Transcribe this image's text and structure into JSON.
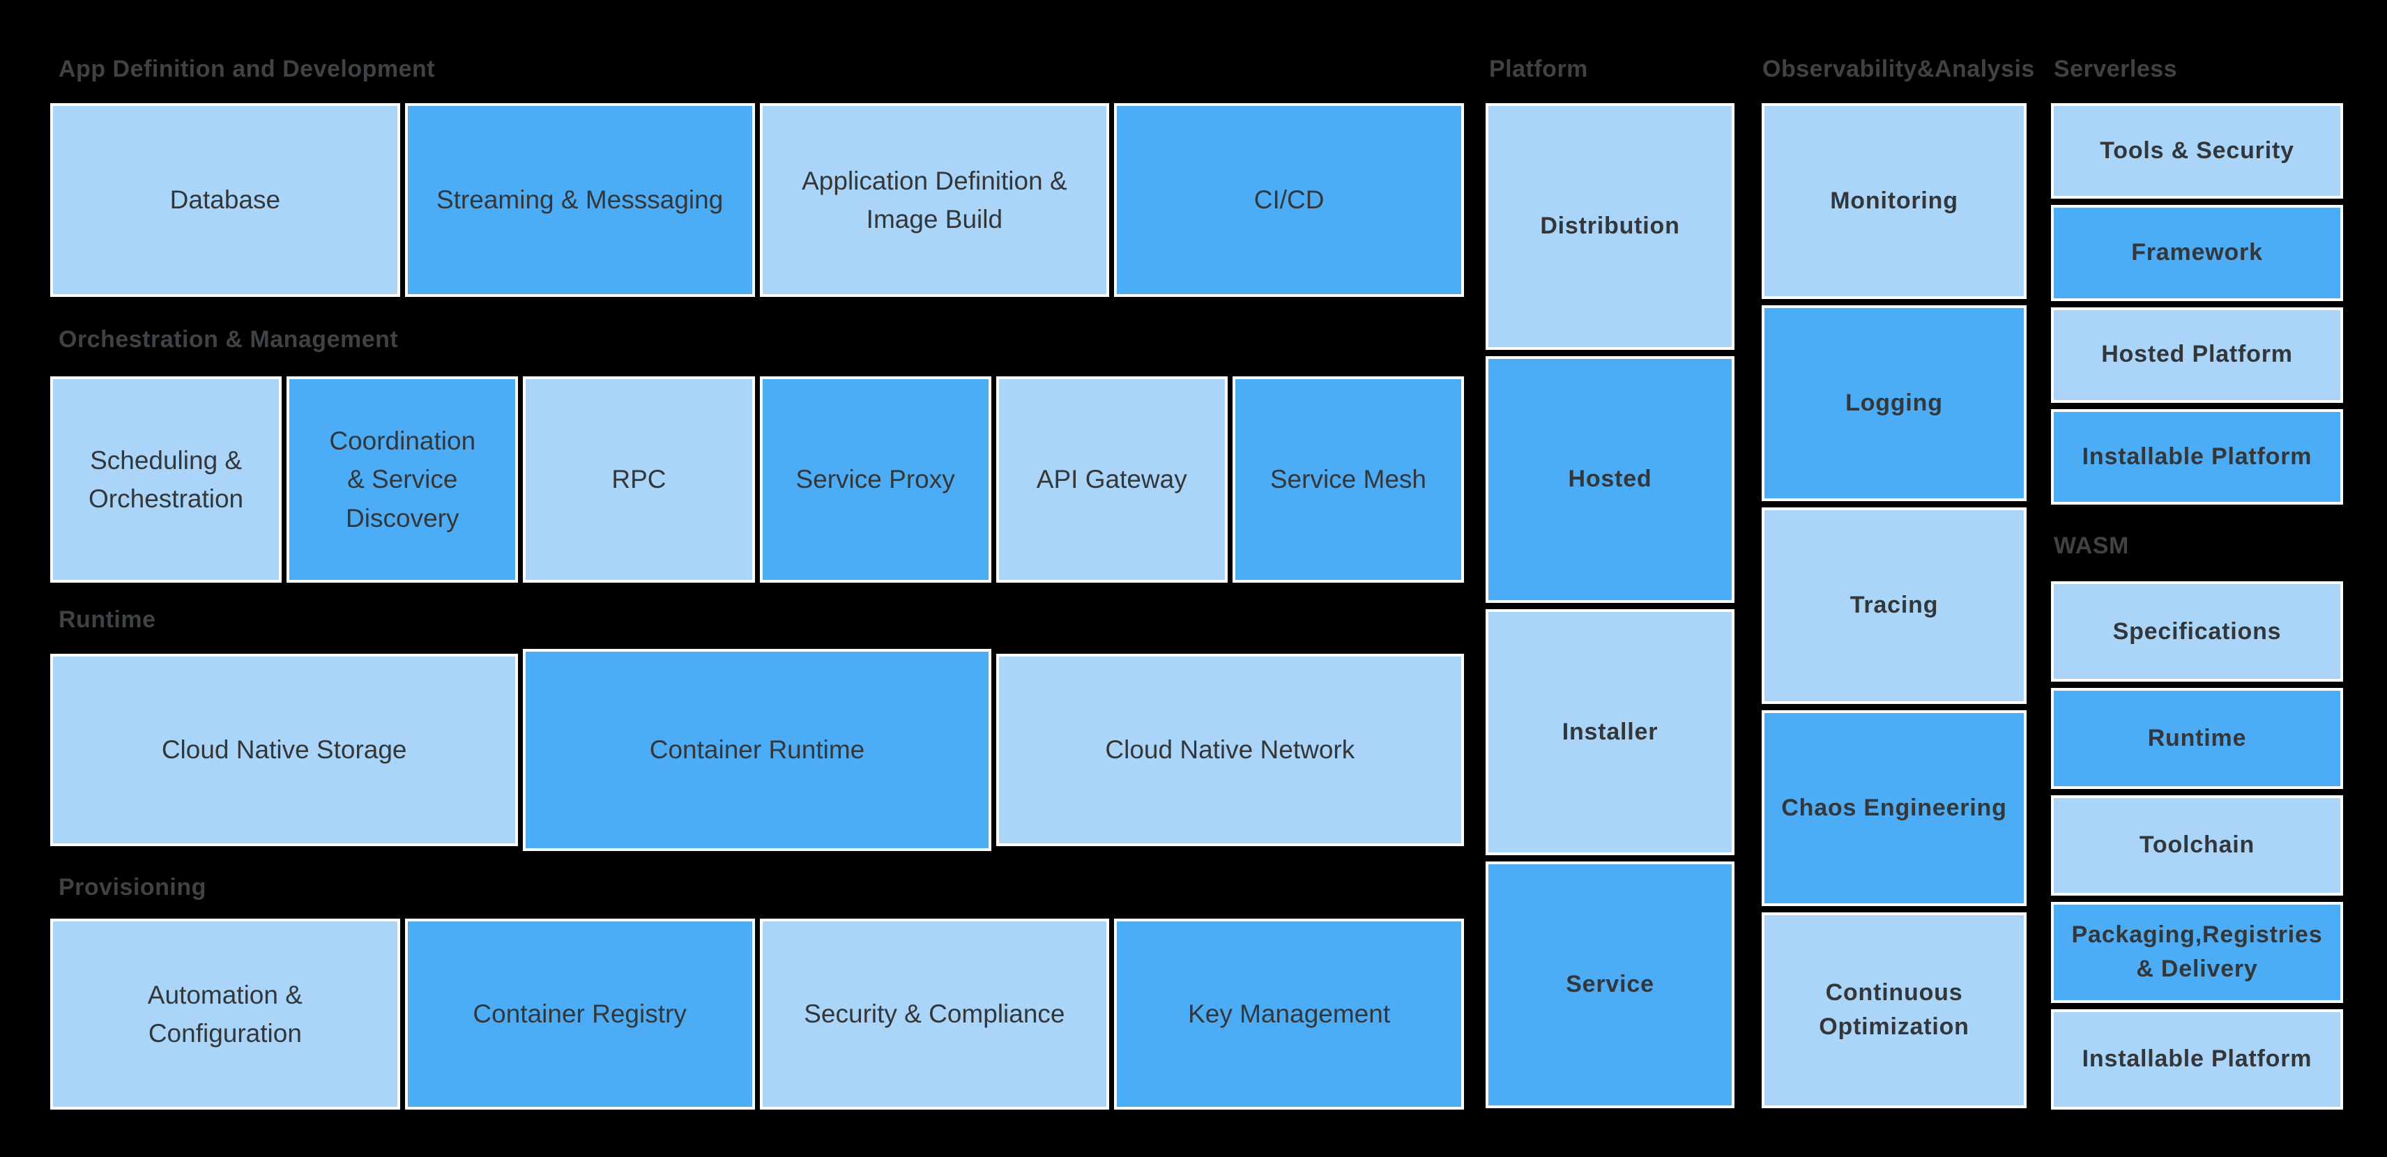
{
  "palette": {
    "background": "#000000",
    "box_light": "#AAD5F8",
    "box_dark": "#4DACF6",
    "box_border": "#FFFFFF",
    "header_text": "#3F4346",
    "box_text": "#33373A"
  },
  "sections": [
    {
      "title": "App Definition and Development",
      "items": [
        {
          "label": "Database",
          "tone": "light"
        },
        {
          "label": "Streaming & Messsaging",
          "tone": "dark"
        },
        {
          "label": "Application Definition & Image Build",
          "tone": "light"
        },
        {
          "label": "CI/CD",
          "tone": "dark"
        }
      ]
    },
    {
      "title": "Orchestration & Management",
      "items": [
        {
          "label": "Scheduling & Orchestration",
          "tone": "light"
        },
        {
          "label": "Coordination & Service Discovery",
          "tone": "dark"
        },
        {
          "label": "RPC",
          "tone": "light"
        },
        {
          "label": "Service Proxy",
          "tone": "dark"
        },
        {
          "label": "API Gateway",
          "tone": "light"
        },
        {
          "label": "Service Mesh",
          "tone": "dark"
        }
      ]
    },
    {
      "title": "Runtime",
      "items": [
        {
          "label": "Cloud Native Storage",
          "tone": "light"
        },
        {
          "label": "Container Runtime",
          "tone": "dark"
        },
        {
          "label": "Cloud Native Network",
          "tone": "light"
        }
      ]
    },
    {
      "title": "Provisioning",
      "items": [
        {
          "label": "Automation & Configuration",
          "tone": "light"
        },
        {
          "label": "Container Registry",
          "tone": "dark"
        },
        {
          "label": "Security & Compliance",
          "tone": "light"
        },
        {
          "label": "Key Management",
          "tone": "dark"
        }
      ]
    }
  ],
  "columns": [
    {
      "title": "Platform",
      "items": [
        {
          "label": "Distribution",
          "tone": "light"
        },
        {
          "label": "Hosted",
          "tone": "dark"
        },
        {
          "label": "Installer",
          "tone": "light"
        },
        {
          "label": "Service",
          "tone": "dark"
        }
      ]
    },
    {
      "title": "Observability&Analysis",
      "items": [
        {
          "label": "Monitoring",
          "tone": "light"
        },
        {
          "label": "Logging",
          "tone": "dark"
        },
        {
          "label": "Tracing",
          "tone": "light"
        },
        {
          "label": "Chaos Engineering",
          "tone": "dark"
        },
        {
          "label": "Continuous Optimization",
          "tone": "light"
        }
      ]
    },
    {
      "title": "Serverless",
      "items": [
        {
          "label": "Tools & Security",
          "tone": "light"
        },
        {
          "label": "Framework",
          "tone": "dark"
        },
        {
          "label": "Hosted Platform",
          "tone": "light"
        },
        {
          "label": "Installable Platform",
          "tone": "dark"
        }
      ]
    },
    {
      "title": "WASM",
      "items": [
        {
          "label": "Specifications",
          "tone": "light"
        },
        {
          "label": "Runtime",
          "tone": "dark"
        },
        {
          "label": "Toolchain",
          "tone": "light"
        },
        {
          "label": "Packaging,Registries & Delivery",
          "tone": "dark"
        },
        {
          "label": "Installable Platform",
          "tone": "light"
        }
      ]
    }
  ]
}
